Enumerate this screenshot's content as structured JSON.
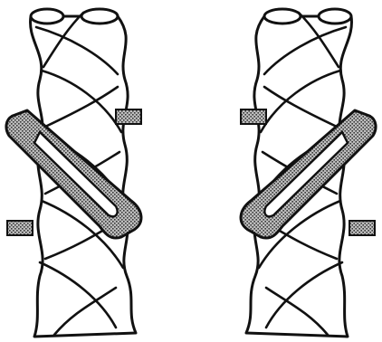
{
  "figure": {
    "panels": [
      {
        "id": "left",
        "helix": "twisted-double-strand",
        "band_direction": "descending-left-to-right"
      },
      {
        "id": "right",
        "helix": "twisted-double-strand",
        "band_direction": "ascending-left-to-right"
      }
    ],
    "colors": {
      "outline": "#111111",
      "strand_fill": "#ffffff",
      "band_stipple_light": "#bdbdbd",
      "band_stipple_dark": "#3a3a3a",
      "background": "#ffffff"
    }
  }
}
